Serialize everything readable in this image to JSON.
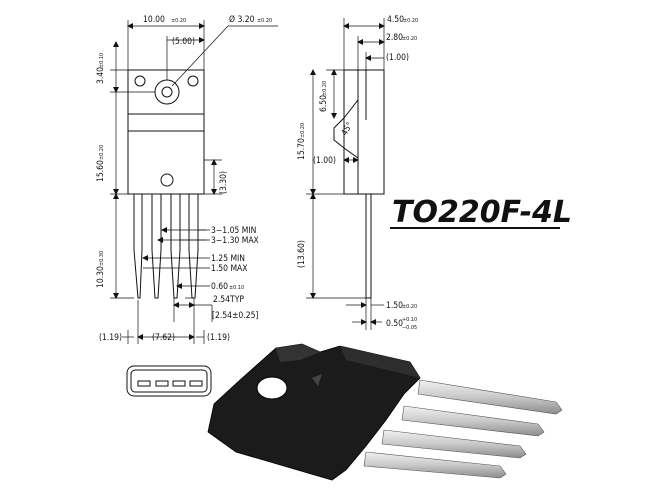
{
  "title": "TO220F-4L",
  "front_view": {
    "width": "10.00",
    "width_tol": "±0.20",
    "hole_dia": "Ø 3.20",
    "hole_dia_tol": "±0.20",
    "hole_offset": "(5.00)",
    "tab_height": "3.40",
    "tab_height_tol": "±0.10",
    "body_height": "15.60",
    "body_height_tol": "±0.20",
    "lead_shoulder": "(3.30)",
    "lead_length": "10.30",
    "lead_length_tol": "±0.30",
    "lead_w1": "3−1.05 MIN",
    "lead_w2": "3−1.30 MAX",
    "lead_w3": "1.25 MIN",
    "lead_w4": "1.50 MAX",
    "lead_thk": "0.60",
    "lead_thk_tol": "±0.10",
    "pitch": "2.54TYP",
    "pitch_total": "[2.54±0.25]",
    "edge_left": "(1.19)",
    "span": "(7.62)",
    "edge_right": "(1.19)"
  },
  "side_view": {
    "thickness": "4.50",
    "thickness_tol": "±0.20",
    "tab_thk": "2.80",
    "tab_thk_tol": "±0.20",
    "lead_offset": "(1.00)",
    "upper_height": "6.50",
    "upper_height_tol": "±0.20",
    "total_height": "15.70",
    "total_height_tol": "±0.20",
    "angle": "45°",
    "notch": "(1.00)",
    "lead_len": "(13.60)",
    "lead_bend": "1.50",
    "lead_bend_tol": "±0.20",
    "lead_thk": "0.50",
    "lead_thk_tol_plus": "+0.10",
    "lead_thk_tol_minus": "−0.05"
  }
}
